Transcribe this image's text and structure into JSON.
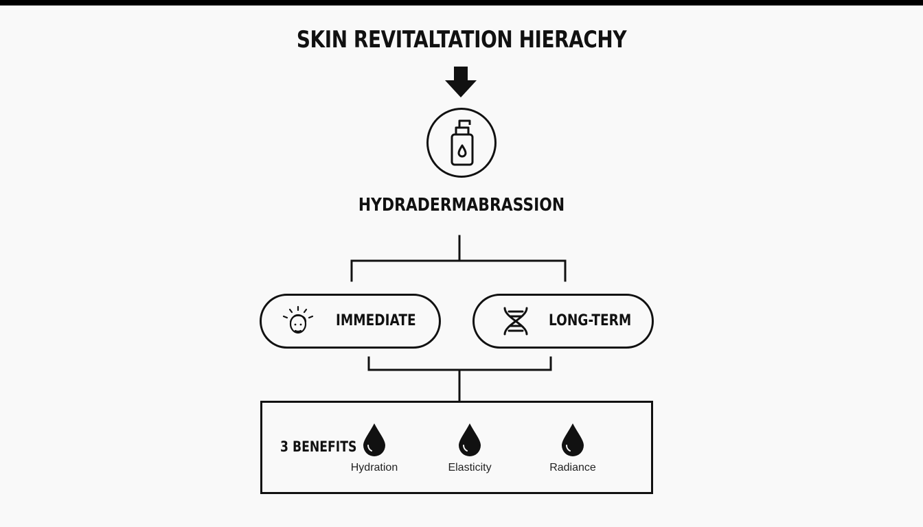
{
  "title": "SKIN REVITALTATION HIERACHY",
  "root": {
    "label": "HYDRADERMABRASSION",
    "icon": "serum-bottle-icon"
  },
  "branches": [
    {
      "label": "IMMEDIATE",
      "icon": "glowing-face-icon"
    },
    {
      "label": "LONG-TERM",
      "icon": "dna-icon"
    }
  ],
  "benefits": {
    "title": "3 BENEFITS",
    "items": [
      {
        "label": "Hydration",
        "icon": "water-drop-icon"
      },
      {
        "label": "Elasticity",
        "icon": "water-drop-icon"
      },
      {
        "label": "Radiance",
        "icon": "water-drop-icon"
      }
    ]
  },
  "colors": {
    "ink": "#111111",
    "background": "#f9f9f9"
  }
}
